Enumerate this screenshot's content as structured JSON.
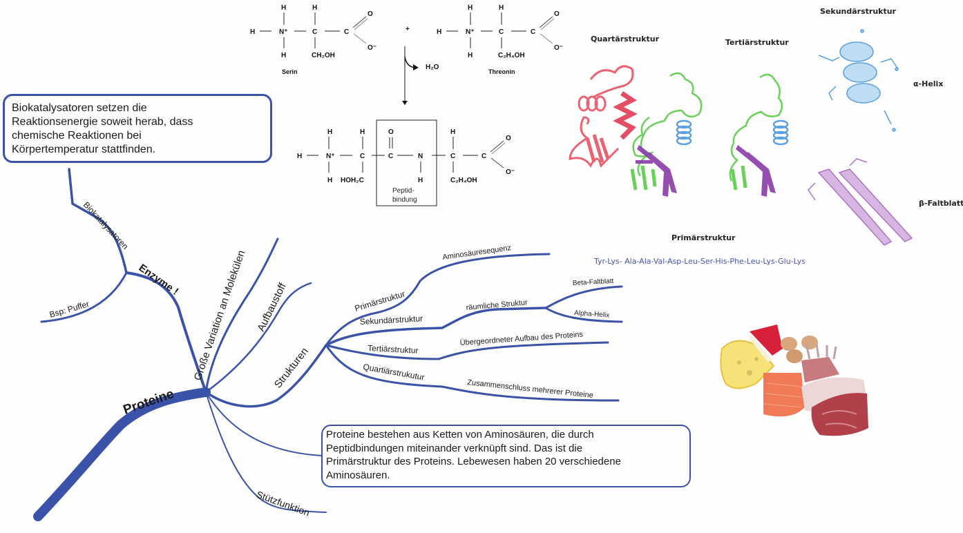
{
  "colors": {
    "branch": "#3a52a8",
    "box_border": "#3a52a8",
    "text": "#1a1a1a",
    "sequence": "#4a55b0",
    "alpha_helix": "#5aa0e0",
    "beta_sheet": "#b070c8",
    "protein_green": "#66cc55",
    "protein_red": "#e8475a",
    "protein_purple": "#8a3aa8"
  },
  "chemistry": {
    "reactant1": {
      "atoms": {
        "h_left": "H",
        "n": "N⁺",
        "h_top_n": "H",
        "h_bot_n": "H",
        "c_alpha": "C",
        "h_top_c": "H",
        "side_chain": "CH₂OH",
        "c_carboxyl": "C",
        "o_double": "O",
        "o_minus": "O⁻"
      },
      "name": "Serin"
    },
    "plus": "+",
    "reactant2": {
      "atoms": {
        "h_left": "H",
        "n": "N⁺",
        "h_top_n": "H",
        "h_bot_n": "H",
        "c_alpha": "C",
        "h_top_c": "H",
        "side_chain": "C₂H₄OH",
        "c_carboxyl": "C",
        "o_double": "O",
        "o_minus": "O⁻"
      },
      "name": "Threonin"
    },
    "byproduct": "H₂O",
    "product": {
      "atoms": {
        "h_left": "H",
        "n1": "N⁺",
        "h_top_n1": "H",
        "h_bot_n1": "H",
        "c1": "C",
        "h_top_c1": "H",
        "side_chain1": "HOH₂C",
        "c_carbonyl": "C",
        "o_carbonyl": "O",
        "n2": "N",
        "h_n2": "H",
        "c2": "C",
        "h_top_c2": "H",
        "side_chain2": "C₂H₄OH",
        "c_carboxyl": "C",
        "o_double": "O",
        "o_minus": "O⁻"
      },
      "bond_label_line1": "Peptid-",
      "bond_label_line2": "bindung"
    }
  },
  "structures_figure": {
    "quartaer_title": "Quartärstruktur",
    "tertiaer_title": "Tertiärstruktur",
    "sekundaer_title": "Sekundärstruktur",
    "alpha_helix_label": "α-Helix",
    "beta_sheet_label": "β-Faltblatt",
    "primaer_title": "Primärstruktur",
    "sequence": "Tyr-Lys- Ala-Ala-Val-Asp-Leu-Ser-His-Phe-Leu-Lys-Glu-Lys"
  },
  "mindmap": {
    "central": "Proteine",
    "enzyme_branch": "Enzyme !",
    "biokatalysatoren": "Biokatalysatoren",
    "bsp_puffer": "Bsp: Puffer",
    "variation": "Große Variation an Molekülen",
    "aufbaustoff": "Aufbaustoff",
    "strukturen": "Strukturen",
    "stuetzfunktion": "Stützfunktion",
    "primaer": "Primärstruktur",
    "aminosaeuresequenz": "Aminosäuresequenz",
    "sekundaer": "Sekundärstruktur",
    "raeumlich": "räumliche Struktur",
    "beta": "Beta-Faltblatt",
    "alpha": "Alpha-Helix",
    "tertiaer": "Tertiärstruktur",
    "tertiaer_desc": "Übergeordneter Aufbau des Proteins",
    "quartaer": "Quartiärstrukutur",
    "quartaer_desc": "Zusammenschluss mehrerer Proteine"
  },
  "notes": {
    "enzyme_note_lines": [
      "Biokatalysatoren setzen die",
      "Reaktionsenergie soweit herab, dass",
      "chemische Reaktionen bei",
      "Körpertemperatur stattfinden."
    ],
    "protein_note_lines": [
      "Proteine bestehen aus Ketten von Aminosäuren, die durch",
      "Peptidbindungen miteinander verknüpft sind. Das ist die",
      "Primärstruktur des Proteins. Lebewesen haben 20 verschiedene",
      "Aminosäuren."
    ]
  },
  "food_image": {
    "description": "protein-rich foods",
    "items": [
      "cheese",
      "red-rind cheese",
      "eggs",
      "salmon",
      "lamb rack",
      "poultry",
      "beef steak"
    ]
  }
}
